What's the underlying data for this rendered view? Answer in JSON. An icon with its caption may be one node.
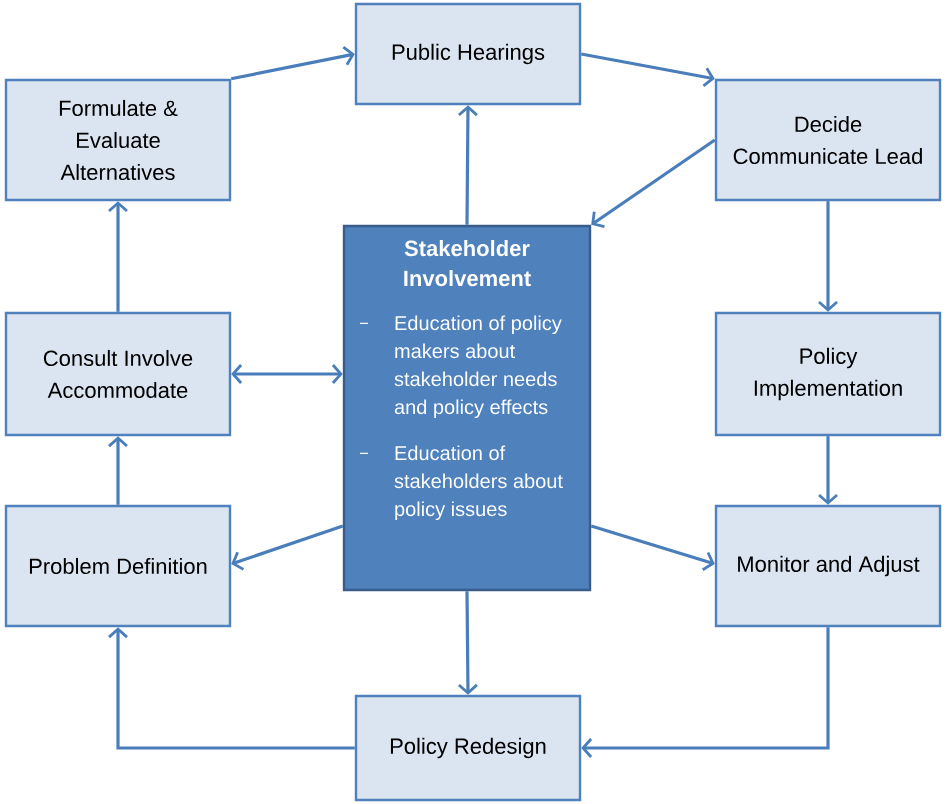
{
  "diagram": {
    "nodes": [
      {
        "text": [
          "Public Hearings"
        ]
      },
      {
        "text": [
          "Formulate & Evaluate Alternatives"
        ]
      },
      {
        "text": [
          "Decide Communicate Lead"
        ]
      },
      {
        "text": [
          "Stakeholder Involvement",
          "Education of policy makers about stakeholder needs and policy effects",
          "Education of stakeholders about policy issues"
        ]
      },
      {
        "text": [
          "Consult Involve Accommodate"
        ]
      },
      {
        "text": [
          "Policy Implementation"
        ]
      },
      {
        "text": [
          "Problem Definition"
        ]
      },
      {
        "text": [
          "Monitor and Adjust"
        ]
      },
      {
        "text": [
          "Policy Redesign"
        ]
      }
    ],
    "edges": [
      {
        "from": 1,
        "to": 0,
        "arrow": "to"
      },
      {
        "from": 0,
        "to": 2,
        "arrow": "to"
      },
      {
        "from": 2,
        "to": 3,
        "arrow": "to"
      },
      {
        "from": 3,
        "to": 0,
        "arrow": "to"
      },
      {
        "from": 2,
        "to": 5,
        "arrow": "to"
      },
      {
        "from": 4,
        "to": 1,
        "arrow": "to"
      },
      {
        "from": 3,
        "to": 4,
        "arrow": "both"
      },
      {
        "from": 5,
        "to": 7,
        "arrow": "to"
      },
      {
        "from": 6,
        "to": 4,
        "arrow": "to"
      },
      {
        "from": 3,
        "to": 6,
        "arrow": "to"
      },
      {
        "from": 3,
        "to": 7,
        "arrow": "to"
      },
      {
        "from": 3,
        "to": 8,
        "arrow": "to"
      },
      {
        "from": 7,
        "to": 8,
        "arrow": "to"
      },
      {
        "from": 8,
        "to": 6,
        "arrow": "to"
      }
    ]
  }
}
